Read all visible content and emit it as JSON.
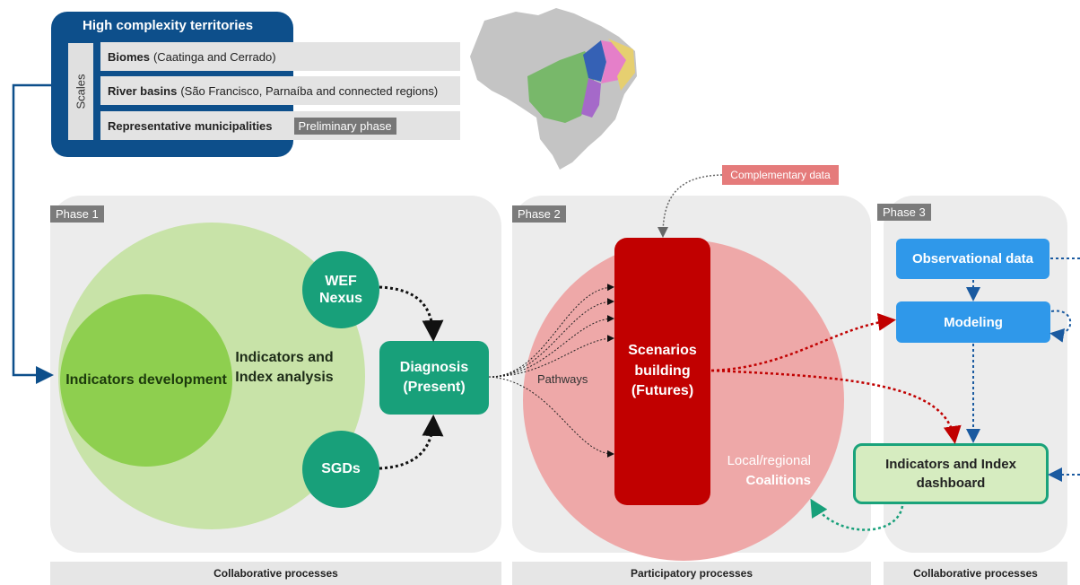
{
  "scales": {
    "title": "High complexity territories",
    "side_label": "Scales",
    "rows": [
      {
        "bold": "Biomes",
        "rest": "(Caatinga and Cerrado)"
      },
      {
        "bold": "River basins",
        "rest": "(São Francisco, Parnaíba and connected regions)"
      },
      {
        "bold": "Representative municipalities",
        "rest": ""
      }
    ],
    "preliminary_badge": "Preliminary phase"
  },
  "map": {
    "icon": "brazil-map-icon",
    "colors": {
      "land": "#c4c4c4",
      "green": "#78b86a",
      "blue": "#3561b5",
      "purple": "#a569c9",
      "pink": "#e57fc9",
      "yellow": "#e6cf70"
    }
  },
  "phase1": {
    "label": "Phase 1",
    "indicators_development": "Indicators development",
    "indicators_analysis": "Indicators and Index analysis",
    "wef": "WEF Nexus",
    "sgds": "SGDs",
    "diagnosis": "Diagnosis (Present)",
    "footer": "Collaborative processes"
  },
  "phase2": {
    "label": "Phase 2",
    "complementary": "Complementary data",
    "scenarios": "Scenarios building (Futures)",
    "pathways": "Pathways",
    "coalitions_top": "Local/regional",
    "coalitions_bottom": "Coalitions",
    "footer": "Participatory processes"
  },
  "phase3": {
    "label": "Phase 3",
    "observational": "Observational data",
    "modeling": "Modeling",
    "dashboard": "Indicators and Index dashboard",
    "footer": "Collaborative processes"
  },
  "colors": {
    "navy": "#0d4f8b",
    "teal": "#18a07a",
    "red": "#c10000",
    "blue": "#2f98ea",
    "pale_green": "#c8e3a8",
    "green": "#8ecf4f",
    "pink": "#eea8a8"
  }
}
